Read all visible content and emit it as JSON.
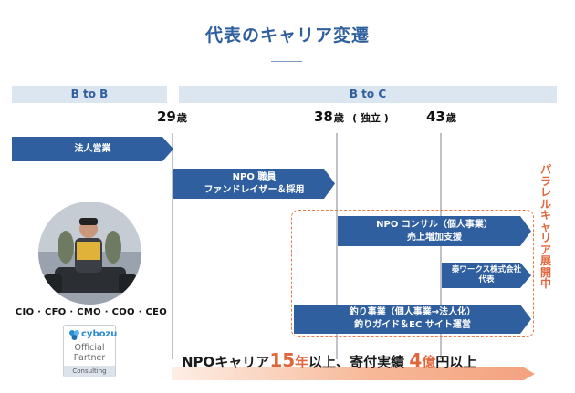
{
  "title": "代表のキャリア変遷",
  "bands": {
    "left": "B to B",
    "right": "B to C"
  },
  "years": [
    {
      "value": "29",
      "unit": "歳",
      "note": ""
    },
    {
      "value": "38",
      "unit": "歳",
      "note": "( 独立 )"
    },
    {
      "value": "43",
      "unit": "歳",
      "note": ""
    }
  ],
  "arrows": [
    {
      "id": "sales",
      "lines": [
        "法人営業"
      ]
    },
    {
      "id": "npo-staff",
      "lines": [
        "NPO 職員",
        "ファンドレイザー＆採用"
      ]
    },
    {
      "id": "npo-consult",
      "lines": [
        "NPO コンサル（個人事業）",
        "売上増加支援"
      ]
    },
    {
      "id": "hata",
      "lines": [
        "秦ワークス株式会社",
        "代表"
      ]
    },
    {
      "id": "fishing",
      "lines": [
        "釣り事業（個人事業→法人化）",
        "釣りガイド＆EC サイト運営"
      ]
    }
  ],
  "side_label": "パラレルキャリア展開中",
  "roles": "CIO · CFO · CMO · COO · CEO",
  "logo": {
    "brand": "cybozu",
    "line1": "Official",
    "line2": "Partner",
    "line3": "Consulting"
  },
  "summary": {
    "part1": "NPOキャリア",
    "num1": "15",
    "part2": "年以上、寄付実績",
    "num2": "4",
    "part3": "億",
    "part4": "円以上"
  },
  "colors": {
    "accent": "#2f5f9e",
    "highlight": "#e0663b",
    "band": "#dce6f1",
    "dash": "#e97a4c"
  }
}
